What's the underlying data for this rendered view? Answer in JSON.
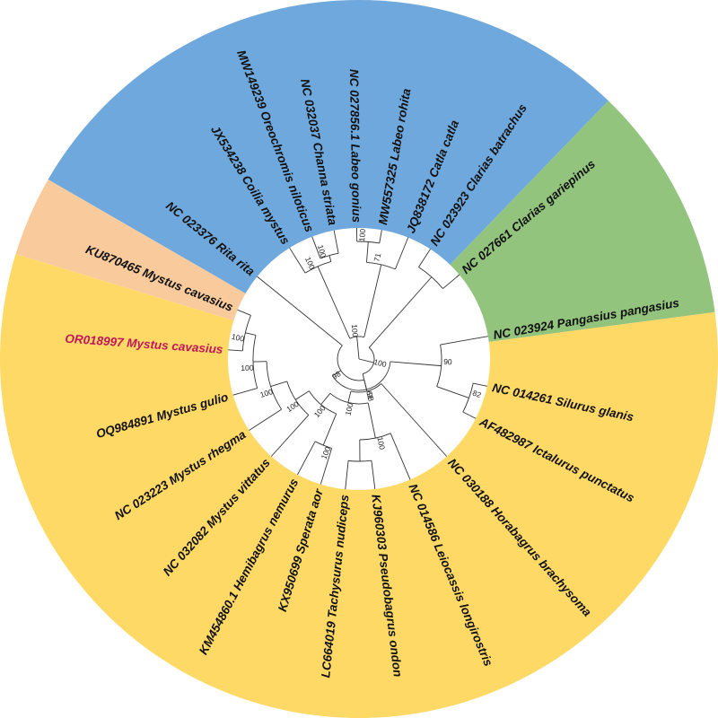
{
  "colors": {
    "background": "#ffffff",
    "branch": "#333333",
    "label": "#111111",
    "highlight_label": "#c0185a",
    "clade_blue": "#6fa8dc",
    "clade_peach": "#f9cb9c",
    "clade_green": "#93c47d",
    "clade_yellow": "#ffd966"
  },
  "clades": [
    {
      "id": "blue",
      "color": "#6fa8dc",
      "taxa": [
        "JX534238 Coilia mystus",
        "MW149239 Oreochromis niloticus",
        "NC 032037 Channa striata",
        "NC 027856.1 Labeo gonius",
        "MW557325 Labeo rohita",
        "JQ838172 Catla catla"
      ]
    },
    {
      "id": "peach",
      "color": "#f9cb9c",
      "taxa": [
        "NC 023376 Rita rita"
      ]
    },
    {
      "id": "green",
      "color": "#93c47d",
      "taxa": [
        "NC 023923 Clarias batrachus",
        "NC 027661 Clarias gariepinus"
      ]
    },
    {
      "id": "yellow",
      "color": "#ffd966",
      "taxa": [
        "NC 023924 Pangasius pangasius",
        "NC 014261 Silurus glanis",
        "AF482987 Ictalurus punctatus",
        "NC 030188 Horabagrus brachysoma",
        "NC 014586 Leiocassis longirostris",
        "KJ960303 Pseudobagrus ondon",
        "LC664019 Tachysurus nudiceps",
        "KX950699 Sperata aor",
        "KM454860.1 Hemibagrus nemurus",
        "NC 032082 Mystus vittatus",
        "NC 023223 Mystus rhegma",
        "OQ984891 Mystus gulio",
        "OR018997 Mystus cavasius",
        "KU870465 Mystus cavasius"
      ]
    }
  ],
  "taxa": [
    {
      "id": "t1",
      "label": "JX534238 Coilia mystus",
      "highlight": false
    },
    {
      "id": "t2",
      "label": "MW149239 Oreochromis niloticus",
      "highlight": false
    },
    {
      "id": "t3",
      "label": "NC 032037 Channa striata",
      "highlight": false
    },
    {
      "id": "t4",
      "label": "NC 027856.1 Labeo gonius",
      "highlight": false
    },
    {
      "id": "t5",
      "label": "MW557325 Labeo rohita",
      "highlight": false
    },
    {
      "id": "t6",
      "label": "JQ838172 Catla catla",
      "highlight": false
    },
    {
      "id": "t7",
      "label": "NC 023923 Clarias batrachus",
      "highlight": false
    },
    {
      "id": "t8",
      "label": "NC 027661 Clarias gariepinus",
      "highlight": false
    },
    {
      "id": "t9",
      "label": "NC 023924 Pangasius pangasius",
      "highlight": false
    },
    {
      "id": "t10",
      "label": "NC 014261 Silurus glanis",
      "highlight": false
    },
    {
      "id": "t11",
      "label": "AF482987 Ictalurus punctatus",
      "highlight": false
    },
    {
      "id": "t12",
      "label": "NC 030188 Horabagrus brachysoma",
      "highlight": false
    },
    {
      "id": "t13",
      "label": "NC 014586 Leiocassis longirostris",
      "highlight": false
    },
    {
      "id": "t14",
      "label": "KJ960303 Pseudobagrus ondon",
      "highlight": false
    },
    {
      "id": "t15",
      "label": "LC664019 Tachysurus nudiceps",
      "highlight": false
    },
    {
      "id": "t16",
      "label": "KX950699 Sperata aor",
      "highlight": false
    },
    {
      "id": "t17",
      "label": "KM454860.1 Hemibagrus nemurus",
      "highlight": false
    },
    {
      "id": "t18",
      "label": "NC 032082 Mystus vittatus",
      "highlight": false
    },
    {
      "id": "t19",
      "label": "NC 023223 Mystus rhegma",
      "highlight": false
    },
    {
      "id": "t20",
      "label": "OQ984891 Mystus gulio",
      "highlight": false
    },
    {
      "id": "t21",
      "label": "OR018997 Mystus cavasius",
      "highlight": true
    },
    {
      "id": "t22",
      "label": "KU870465 Mystus cavasius",
      "highlight": false
    },
    {
      "id": "t23",
      "label": "NC 023376 Rita rita",
      "highlight": false
    }
  ],
  "nodes": [
    {
      "id": "n_labeo",
      "children": [
        "t4",
        "t5"
      ],
      "support": "100"
    },
    {
      "id": "n_cyprinid",
      "children": [
        "n_labeo",
        "t6"
      ],
      "support": "71"
    },
    {
      "id": "n_channa_oreo",
      "children": [
        "t2",
        "t3"
      ],
      "support": "100"
    },
    {
      "id": "n_coilia_perc",
      "children": [
        "t1",
        "n_channa_oreo"
      ],
      "support": "100"
    },
    {
      "id": "n_outgroup",
      "children": [
        "n_coilia_perc",
        "n_cyprinid"
      ],
      "support": "100"
    },
    {
      "id": "n_clarias",
      "children": [
        "t7",
        "t8"
      ],
      "support": ""
    },
    {
      "id": "n_silurus_ict",
      "children": [
        "t10",
        "t11"
      ],
      "support": "82"
    },
    {
      "id": "n_pang_sil",
      "children": [
        "t9",
        "n_silurus_ict"
      ],
      "support": "90"
    },
    {
      "id": "n_pb_tach",
      "children": [
        "t14",
        "t15"
      ],
      "support": ""
    },
    {
      "id": "n_leio",
      "children": [
        "t13",
        "n_pb_tach"
      ],
      "support": "100"
    },
    {
      "id": "n_hemi_sper",
      "children": [
        "t16",
        "t17"
      ],
      "support": "100"
    },
    {
      "id": "n_mystus_cav",
      "children": [
        "t21",
        "t22"
      ],
      "support": "100"
    },
    {
      "id": "n_mystus_gul",
      "children": [
        "n_mystus_cav",
        "t20"
      ],
      "support": "100"
    },
    {
      "id": "n_mystus_rheg",
      "children": [
        "n_mystus_gul",
        "t19"
      ],
      "support": "100"
    },
    {
      "id": "n_mystus_all",
      "children": [
        "n_mystus_rheg",
        "t18"
      ],
      "support": "100"
    },
    {
      "id": "n_bagrid_core",
      "children": [
        "n_mystus_all",
        "n_hemi_sper"
      ],
      "support": "100"
    },
    {
      "id": "n_bagridae",
      "children": [
        "n_bagrid_core",
        "n_leio"
      ],
      "support": "100"
    },
    {
      "id": "n_bagr_hora",
      "children": [
        "n_bagridae",
        "t12"
      ],
      "support": "98"
    },
    {
      "id": "n_with_rita",
      "children": [
        "t23",
        "n_bagr_hora"
      ],
      "support": "98"
    },
    {
      "id": "n_with_pang",
      "children": [
        "n_with_rita",
        "n_pang_sil"
      ],
      "support": "61"
    },
    {
      "id": "n_siluri",
      "children": [
        "n_with_pang",
        "n_clarias"
      ],
      "support": "100"
    },
    {
      "id": "root",
      "children": [
        "n_siluri",
        "n_outgroup"
      ],
      "support": ""
    }
  ]
}
